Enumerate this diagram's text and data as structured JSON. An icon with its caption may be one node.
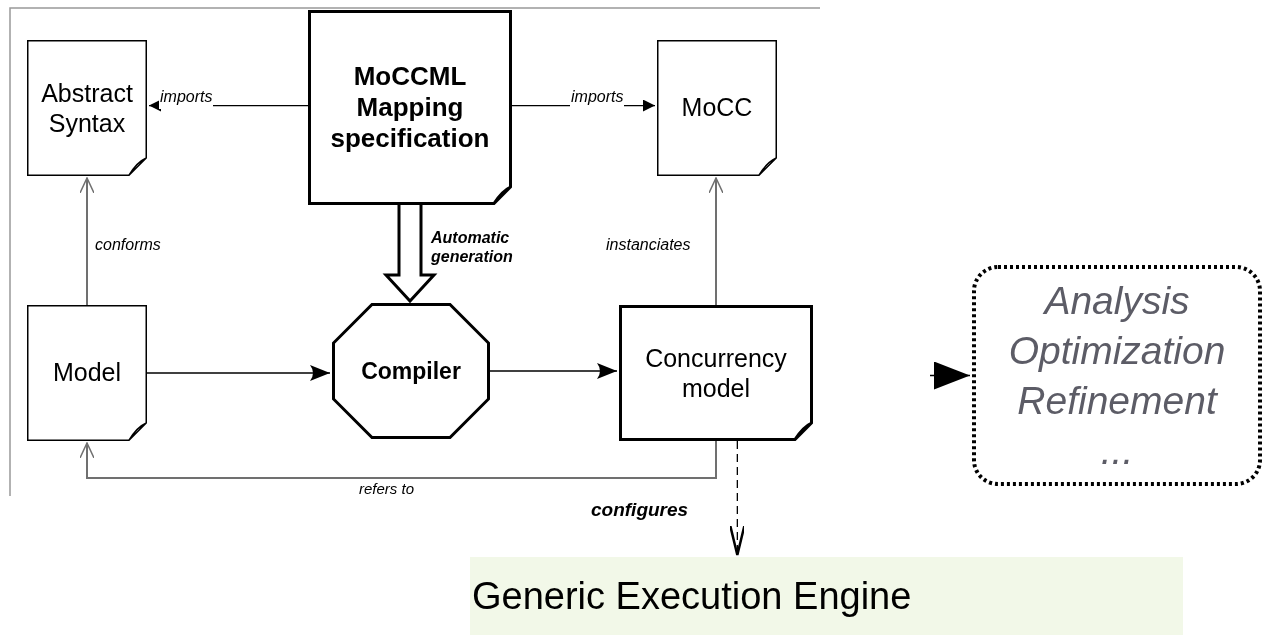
{
  "diagram": {
    "nodes": [
      {
        "text": [
          "Abstract Syntax"
        ]
      },
      {
        "text": [
          "MoCCML Mapping specification"
        ]
      },
      {
        "text": [
          "MoCC"
        ]
      },
      {
        "text": [
          "Model"
        ]
      },
      {
        "text": [
          "Compiler"
        ]
      },
      {
        "text": [
          "Concurrency model"
        ]
      },
      {
        "text": [
          "Analysis",
          "Optimization",
          "Refinement",
          "..."
        ]
      },
      {
        "text": [
          "Generic Execution Engine"
        ]
      }
    ],
    "edges": [
      {
        "from": 1,
        "to": 0,
        "arrow": "to",
        "label": "imports"
      },
      {
        "from": 1,
        "to": 2,
        "arrow": "to",
        "label": "imports"
      },
      {
        "from": 3,
        "to": 0,
        "arrow": "to",
        "label": "conforms",
        "color": "#707070"
      },
      {
        "from": 5,
        "to": 2,
        "arrow": "to",
        "label": "instanciates",
        "color": "#707070"
      },
      {
        "from": 1,
        "to": 4,
        "arrow": "to",
        "label": "Automatic generation",
        "style": "thick"
      },
      {
        "from": 3,
        "to": 4,
        "arrow": "to"
      },
      {
        "from": 4,
        "to": 5,
        "arrow": "to"
      },
      {
        "from": 5,
        "to": 3,
        "arrow": "to",
        "label": "refers to",
        "color": "#707070"
      },
      {
        "from": 5,
        "to": 7,
        "arrow": "to",
        "label": "configures",
        "style": "dashed"
      },
      {
        "from": null,
        "to": 6,
        "arrow": "to"
      }
    ]
  }
}
